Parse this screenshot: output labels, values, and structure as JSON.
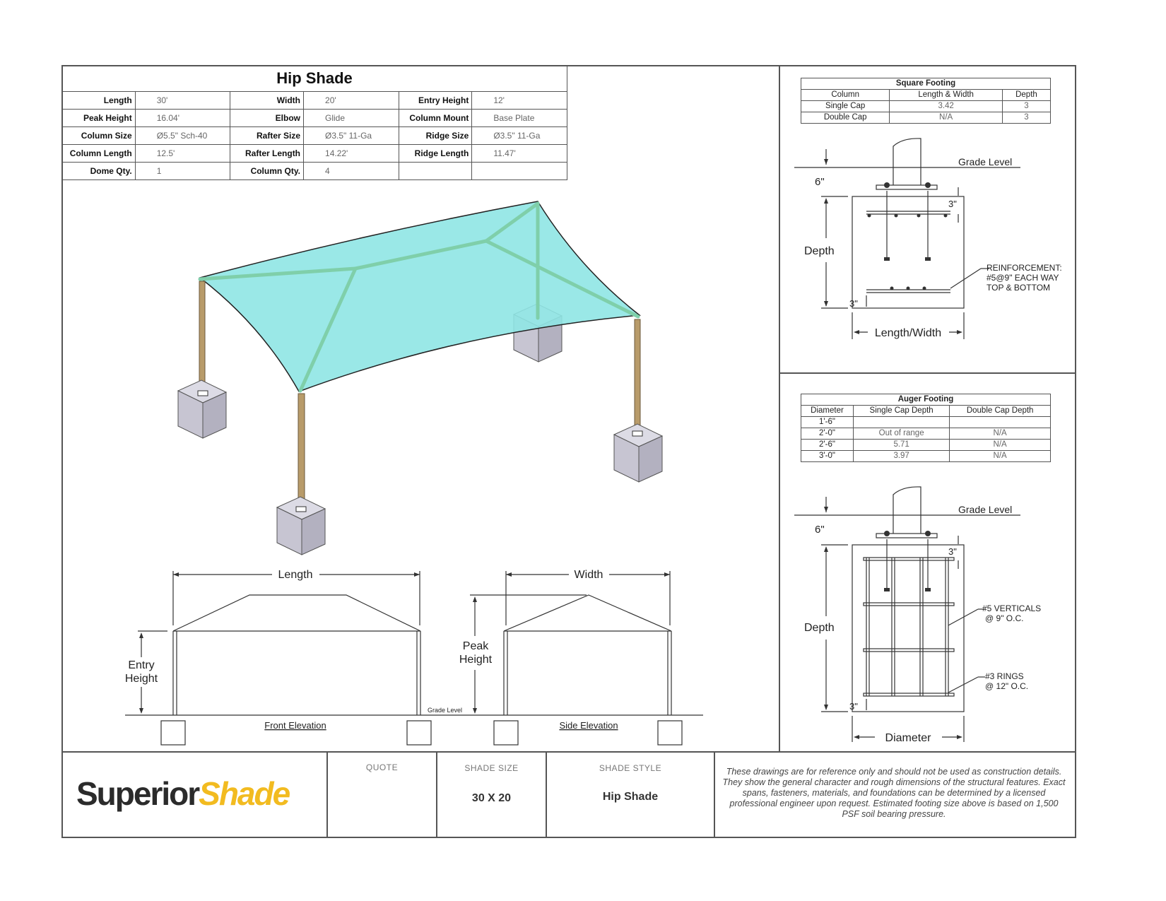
{
  "spec": {
    "title": "Hip Shade",
    "rows": [
      [
        {
          "label": "Length",
          "value": "30'"
        },
        {
          "label": "Width",
          "value": "20'"
        },
        {
          "label": "Entry Height",
          "value": "12'"
        }
      ],
      [
        {
          "label": "Peak Height",
          "value": "16.04'"
        },
        {
          "label": "Elbow",
          "value": "Glide"
        },
        {
          "label": "Column Mount",
          "value": "Base Plate"
        }
      ],
      [
        {
          "label": "Column Size",
          "value": "Ø5.5\" Sch-40"
        },
        {
          "label": "Rafter Size",
          "value": "Ø3.5\" 11-Ga"
        },
        {
          "label": "Ridge Size",
          "value": "Ø3.5\" 11-Ga"
        }
      ],
      [
        {
          "label": "Column Length",
          "value": "12.5'"
        },
        {
          "label": "Rafter Length",
          "value": "14.22'"
        },
        {
          "label": "Ridge Length",
          "value": "11.47'"
        }
      ],
      [
        {
          "label": "Dome Qty.",
          "value": "1"
        },
        {
          "label": "Column Qty.",
          "value": "4"
        },
        {
          "label": "",
          "value": ""
        }
      ]
    ]
  },
  "square_footing": {
    "title": "Square Footing",
    "headers": [
      "Column",
      "Length & Width",
      "Depth"
    ],
    "rows": [
      [
        "Single Cap",
        "3.42",
        "3"
      ],
      [
        "Double Cap",
        "N/A",
        "3"
      ]
    ]
  },
  "auger_footing": {
    "title": "Auger Footing",
    "headers": [
      "Diameter",
      "Single Cap Depth",
      "Double Cap Depth"
    ],
    "rows": [
      [
        "1'-6\"",
        "",
        ""
      ],
      [
        "2'-0\"",
        "Out of range",
        "N/A"
      ],
      [
        "2'-6\"",
        "5.71",
        "N/A"
      ],
      [
        "3'-0\"",
        "3.97",
        "N/A"
      ]
    ]
  },
  "square_detail": {
    "grade": "Grade Level",
    "six": "6\"",
    "three_top": "3\"",
    "depth": "Depth",
    "reinf1": "REINFORCEMENT:",
    "reinf2": "#5@9\" EACH WAY",
    "reinf3": "TOP & BOTTOM",
    "three_side": "3\"",
    "lw": "Length/Width"
  },
  "auger_detail": {
    "grade": "Grade Level",
    "six": "6\"",
    "three_top": "3\"",
    "depth": "Depth",
    "vert1": "#5 VERTICALS",
    "vert2": "@ 9\" O.C.",
    "ring1": "#3 RINGS",
    "ring2": "@ 12\" O.C.",
    "three_side": "3\"",
    "diameter": "Diameter"
  },
  "elevations": {
    "length": "Length",
    "width": "Width",
    "entry1": "Entry",
    "entry2": "Height",
    "peak1": "Peak",
    "peak2": "Height",
    "grade": "Grade Level",
    "front": "Front Elevation",
    "side": "Side Elevation"
  },
  "title_block": {
    "logo_a": "Superior",
    "logo_b": "Shade",
    "quote_label": "QUOTE",
    "quote_value": "",
    "size_label": "SHADE SIZE",
    "size_value": "30 X 20",
    "style_label": "SHADE STYLE",
    "style_value": "Hip Shade",
    "disclaimer": "These drawings are for reference only and should not be used as construction details. They show the general character and rough dimensions of the structural features. Exact spans, fasteners, materials, and foundations can be determined by a licensed professional engineer upon request. Estimated footing size above is based on 1,500 PSF soil bearing pressure."
  },
  "colors": {
    "canopy": "#8fe6e4",
    "frame": "#7fcfaa",
    "column": "#b89b6a",
    "footing": "#c9c7d4",
    "logo_accent": "#f2bb20"
  }
}
